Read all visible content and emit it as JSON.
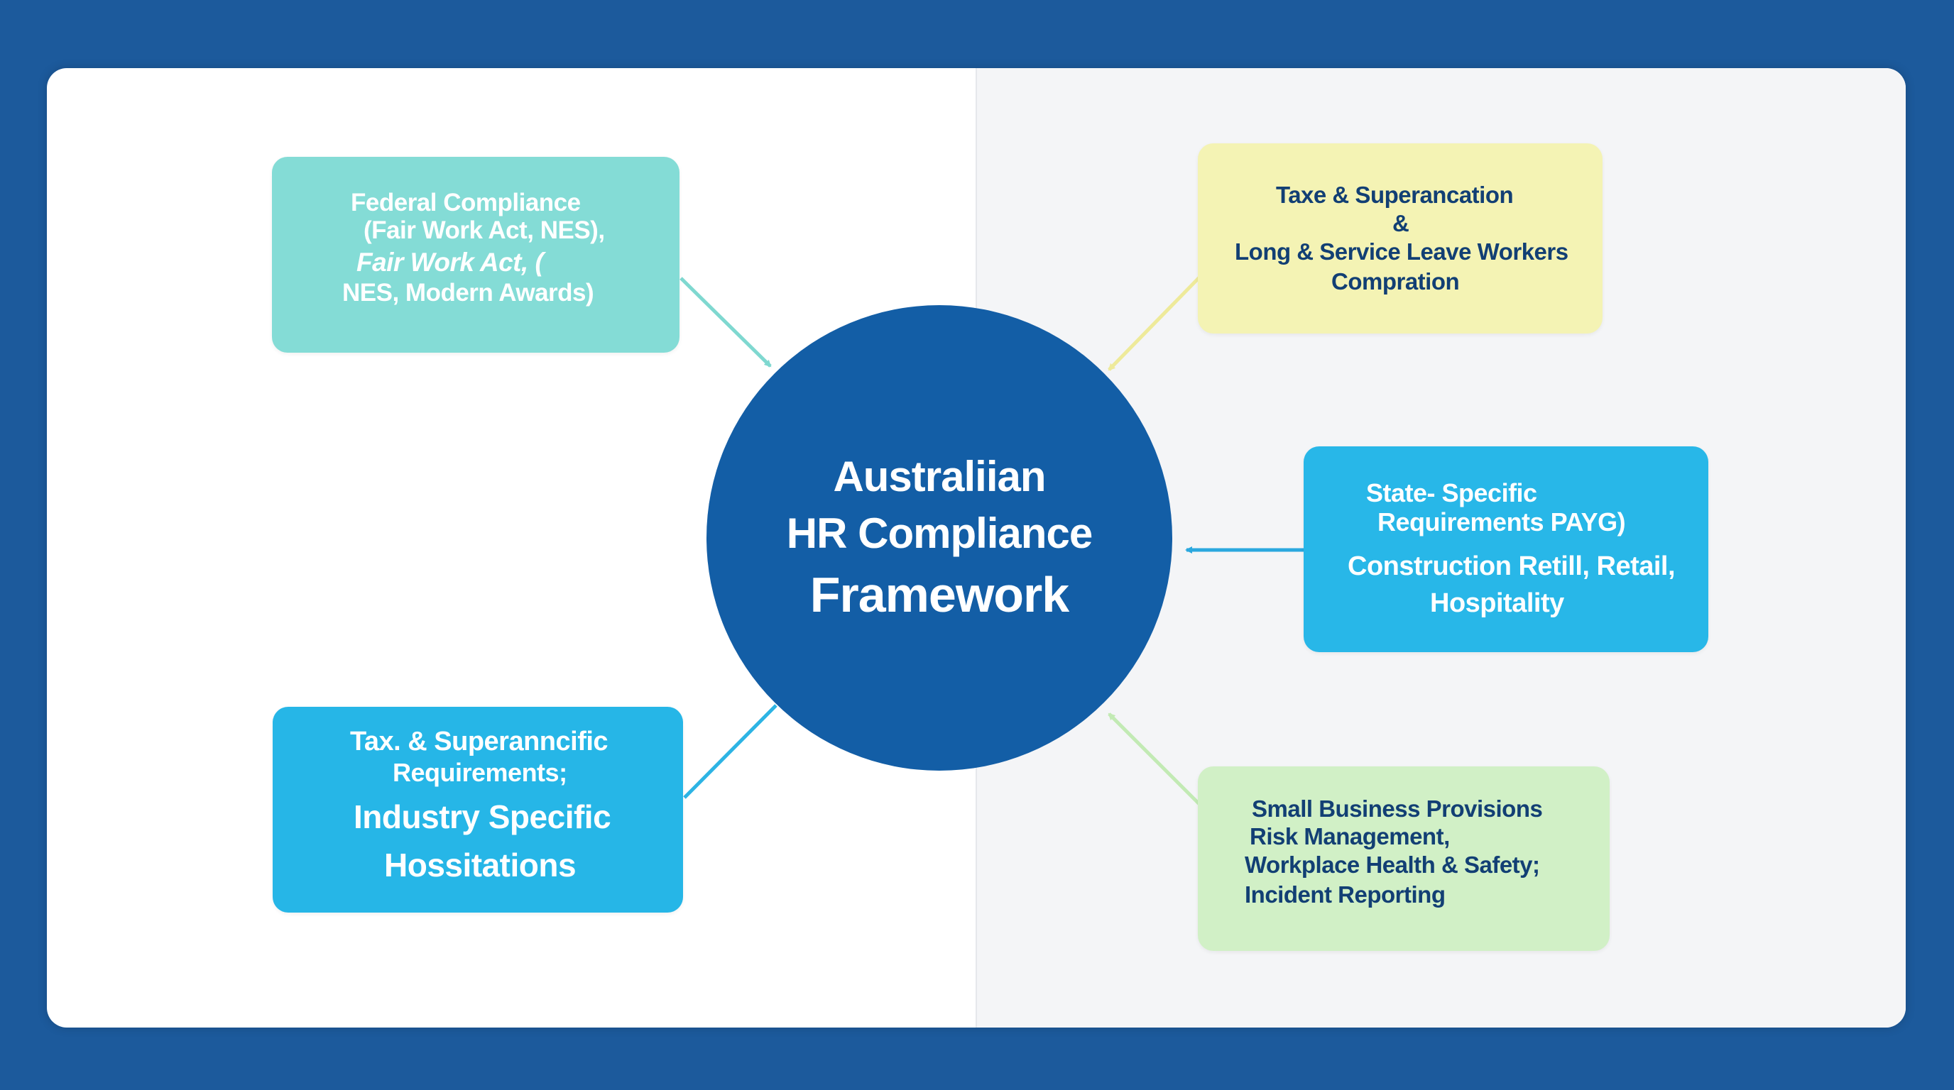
{
  "hub": {
    "line1": "Australiian",
    "line2": "HR Compliance",
    "line3": "Framework",
    "color": "#135ea6"
  },
  "boxes": {
    "federal": {
      "line1": "Federal Compliance",
      "line2": "(Fair Work Act, NES),",
      "line3": "Fair Work Act, (",
      "line4": "NES, Modern Awards)",
      "color": "#84dcd6"
    },
    "tax_super": {
      "line1": "Taxe & Superancation",
      "line2": "&",
      "line3": "Long & Service Leave Workers",
      "line4": "Compration",
      "color": "#f4f3b4"
    },
    "state": {
      "line1": "State- Specific",
      "line2": "Requirements PAYG)",
      "line3": "Construction Retill, Retail,",
      "line4": "Hospitality",
      "color": "#28b7e8"
    },
    "industry": {
      "line1": "Tax. & Superanncific",
      "line2": "Requirements;",
      "line3": "Industry Specific",
      "line4": "Hossitations",
      "color": "#26b6e7"
    },
    "small_business": {
      "line1": "Small Business Provisions",
      "line2": "Risk Management,",
      "line3": "Workplace Health & Safety;",
      "line4": "Incident Reporting",
      "color": "#d1f0c6"
    }
  },
  "connector_colors": {
    "federal": "#7fd8d0",
    "tax_super": "#eeea9a",
    "state": "#2aa8df",
    "industry": "#2db4e4",
    "small_business": "#c2eab4"
  }
}
